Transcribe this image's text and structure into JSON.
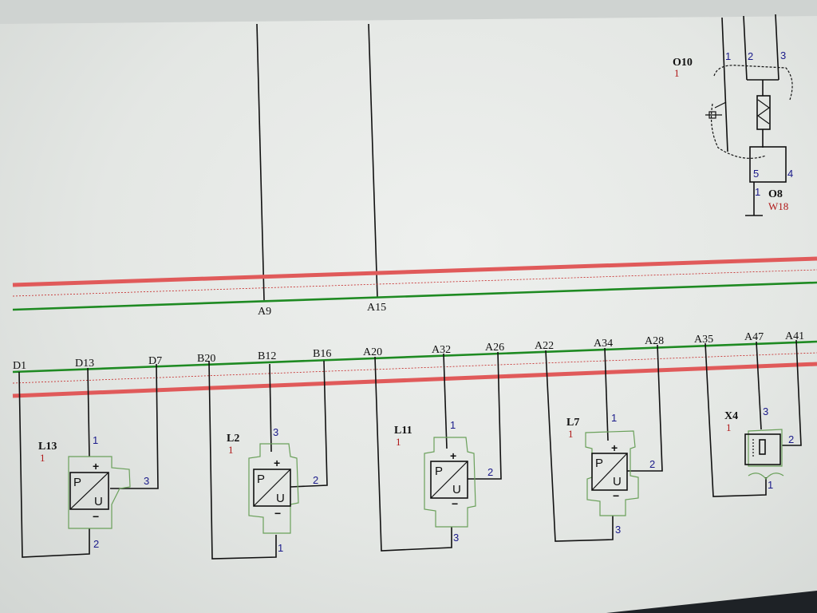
{
  "diagram": {
    "top_connectors": [
      "A9",
      "A15"
    ],
    "bottom_connectors": [
      "D1",
      "D13",
      "D7",
      "B20",
      "B12",
      "B16",
      "A20",
      "A32",
      "A26",
      "A22",
      "A34",
      "A28",
      "A35",
      "A47",
      "A41"
    ],
    "components": {
      "L13": {
        "name": "L13",
        "sub": "1",
        "pins": {
          "plus": "1",
          "out": "3",
          "minus": "2"
        }
      },
      "L2": {
        "name": "L2",
        "sub": "1",
        "pins": {
          "plus": "3",
          "out": "2",
          "minus": "1"
        }
      },
      "L11": {
        "name": "L11",
        "sub": "1",
        "pins": {
          "plus": "1",
          "out": "2",
          "minus": "3"
        }
      },
      "L7": {
        "name": "L7",
        "sub": "1",
        "pins": {
          "plus": "1",
          "out": "2",
          "minus": "3"
        }
      },
      "X4": {
        "name": "X4",
        "sub": "1",
        "pins": {
          "top": "3",
          "side": "2",
          "bottom": "1"
        }
      },
      "O10": {
        "name": "O10",
        "sub": "1",
        "pins": {
          "p1": "1",
          "p2": "2",
          "p3": "3"
        }
      },
      "O8": {
        "name": "O8",
        "sub": "W18",
        "pins": {
          "p5": "5",
          "p4": "4",
          "p1": "1"
        }
      }
    },
    "symbol_letters": {
      "p": "P",
      "u": "U",
      "plus": "+",
      "minus": "−"
    },
    "colors": {
      "supply_bus": "#e05a5a",
      "ground_bus": "#1e8a22",
      "wire": "#111111",
      "component_outline": "#6aa05a",
      "pin_number": "#1a1a8a",
      "component_sub": "#b01818"
    }
  }
}
